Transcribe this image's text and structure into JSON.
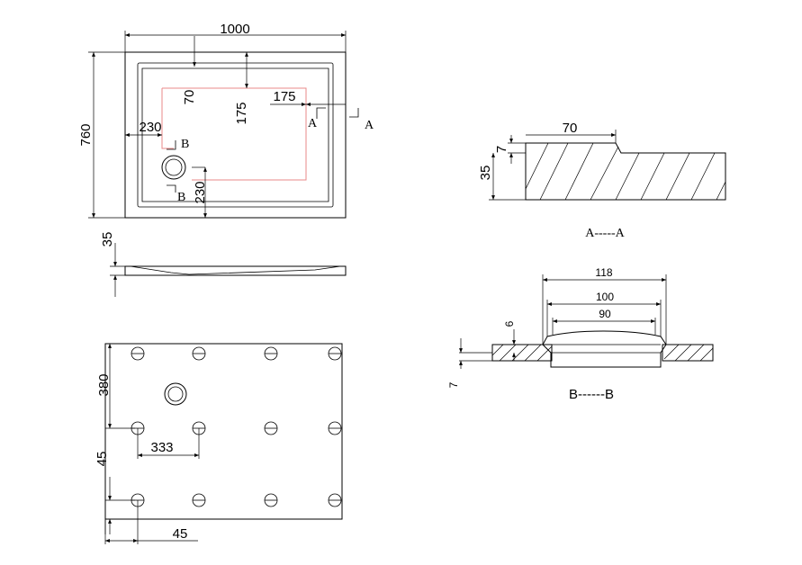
{
  "top_view": {
    "width_label": "1000",
    "height_label": "760",
    "dim_70": "70",
    "dim_175_h": "175",
    "dim_175_v": "175",
    "dim_230_h": "230",
    "dim_230_v": "230",
    "section_a_left": "A",
    "section_a_right": "A",
    "section_b_top": "B",
    "section_b_bottom": "B"
  },
  "side_view": {
    "height_label": "35"
  },
  "bottom_view": {
    "dim_380": "380",
    "dim_45_v": "45",
    "dim_333": "333",
    "dim_45_h": "45"
  },
  "section_aa": {
    "dim_70": "70",
    "dim_7": "7",
    "dim_35": "35",
    "title": "A-----A"
  },
  "section_bb": {
    "dim_118": "118",
    "dim_100": "100",
    "dim_90": "90",
    "dim_6": "6",
    "dim_7": "7",
    "title": "B------B"
  }
}
